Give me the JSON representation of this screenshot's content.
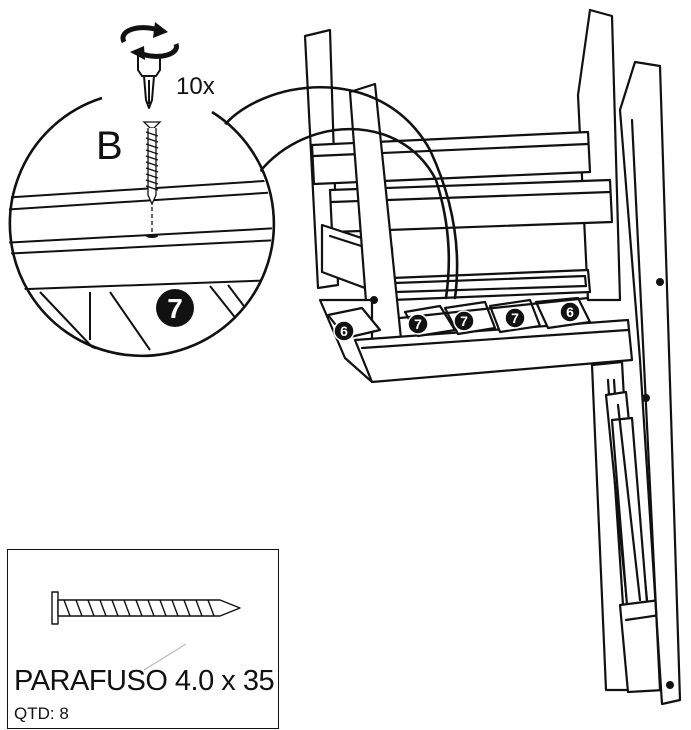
{
  "callout": {
    "quantity_text": "10x",
    "part_letter": "B",
    "step_marker": "7",
    "screwdriver_icon": "rotating-screwdriver-icon"
  },
  "step_markers": [
    "6",
    "7",
    "7",
    "7",
    "6"
  ],
  "parts_box": {
    "name": "PARAFUSO 4.0 x 35",
    "quantity": "QTD: 8",
    "icon": "screw-icon"
  }
}
